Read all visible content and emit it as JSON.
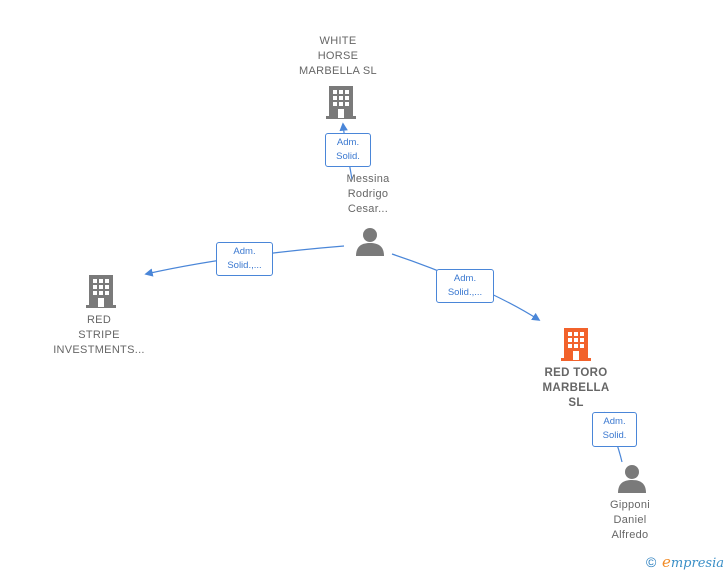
{
  "nodes": {
    "white_horse": {
      "lines": [
        "WHITE",
        "HORSE",
        "MARBELLA  SL"
      ],
      "type": "company",
      "color": "#7a7a7a"
    },
    "messina": {
      "lines": [
        "Messina",
        "Rodrigo",
        "Cesar..."
      ],
      "type": "person",
      "color": "#7a7a7a"
    },
    "red_stripe": {
      "lines": [
        "RED",
        "STRIPE",
        "INVESTMENTS..."
      ],
      "type": "company",
      "color": "#7a7a7a"
    },
    "red_toro": {
      "lines": [
        "RED TORO",
        "MARBELLA",
        "SL"
      ],
      "type": "company",
      "color": "#f2622b"
    },
    "gipponi": {
      "lines": [
        "Gipponi",
        "Daniel",
        "Alfredo"
      ],
      "type": "person",
      "color": "#7a7a7a"
    }
  },
  "edges": [
    {
      "lines": [
        "Adm.",
        "Solid."
      ]
    },
    {
      "lines": [
        "Adm.",
        "Solid.,..."
      ]
    },
    {
      "lines": [
        "Adm.",
        "Solid.,..."
      ]
    },
    {
      "lines": [
        "Adm.",
        "Solid."
      ]
    }
  ],
  "edge_color": "#4a86d8",
  "brand": {
    "copyright": "©",
    "e": "e",
    "rest": "mpresia"
  }
}
